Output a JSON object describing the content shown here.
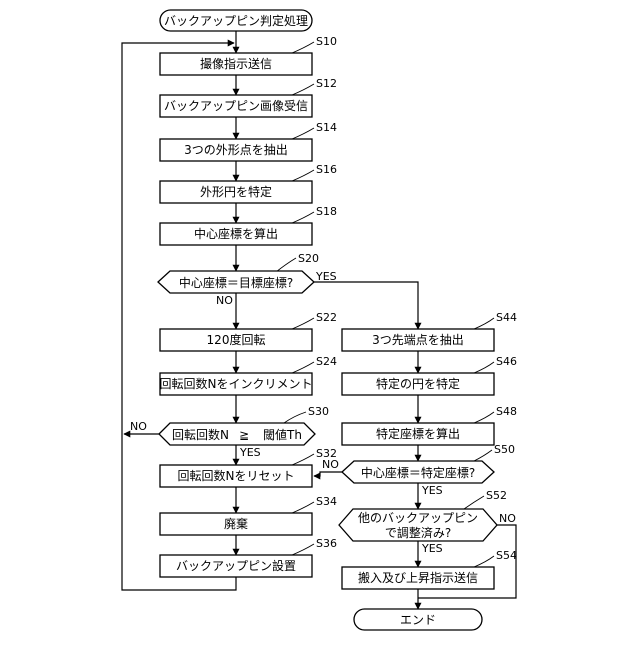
{
  "nodes": {
    "start": "バックアップピン判定処理",
    "s10": "撮像指示送信",
    "s12": "バックアップピン画像受信",
    "s14": "3つの外形点を抽出",
    "s16": "外形円を特定",
    "s18": "中心座標を算出",
    "s20": "中心座標＝目標座標?",
    "s22": "120度回転",
    "s24": "回転回数Nをインクリメント",
    "s30a": "回転回数N",
    "s30op": "≧",
    "s30b": "閾値Th",
    "s32": "回転回数Nをリセット",
    "s34": "廃棄",
    "s36": "バックアップピン設置",
    "s44": "3つ先端点を抽出",
    "s46": "特定の円を特定",
    "s48": "特定座標を算出",
    "s50": "中心座標＝特定座標?",
    "s52a": "他のバックアップピン",
    "s52b": "で調整済み?",
    "s54": "搬入及び上昇指示送信",
    "end": "エンド"
  },
  "steps": {
    "s10": "S10",
    "s12": "S12",
    "s14": "S14",
    "s16": "S16",
    "s18": "S18",
    "s20": "S20",
    "s22": "S22",
    "s24": "S24",
    "s30": "S30",
    "s32": "S32",
    "s34": "S34",
    "s36": "S36",
    "s44": "S44",
    "s46": "S46",
    "s48": "S48",
    "s50": "S50",
    "s52": "S52",
    "s54": "S54"
  },
  "labels": {
    "yes": "YES",
    "no": "NO"
  }
}
